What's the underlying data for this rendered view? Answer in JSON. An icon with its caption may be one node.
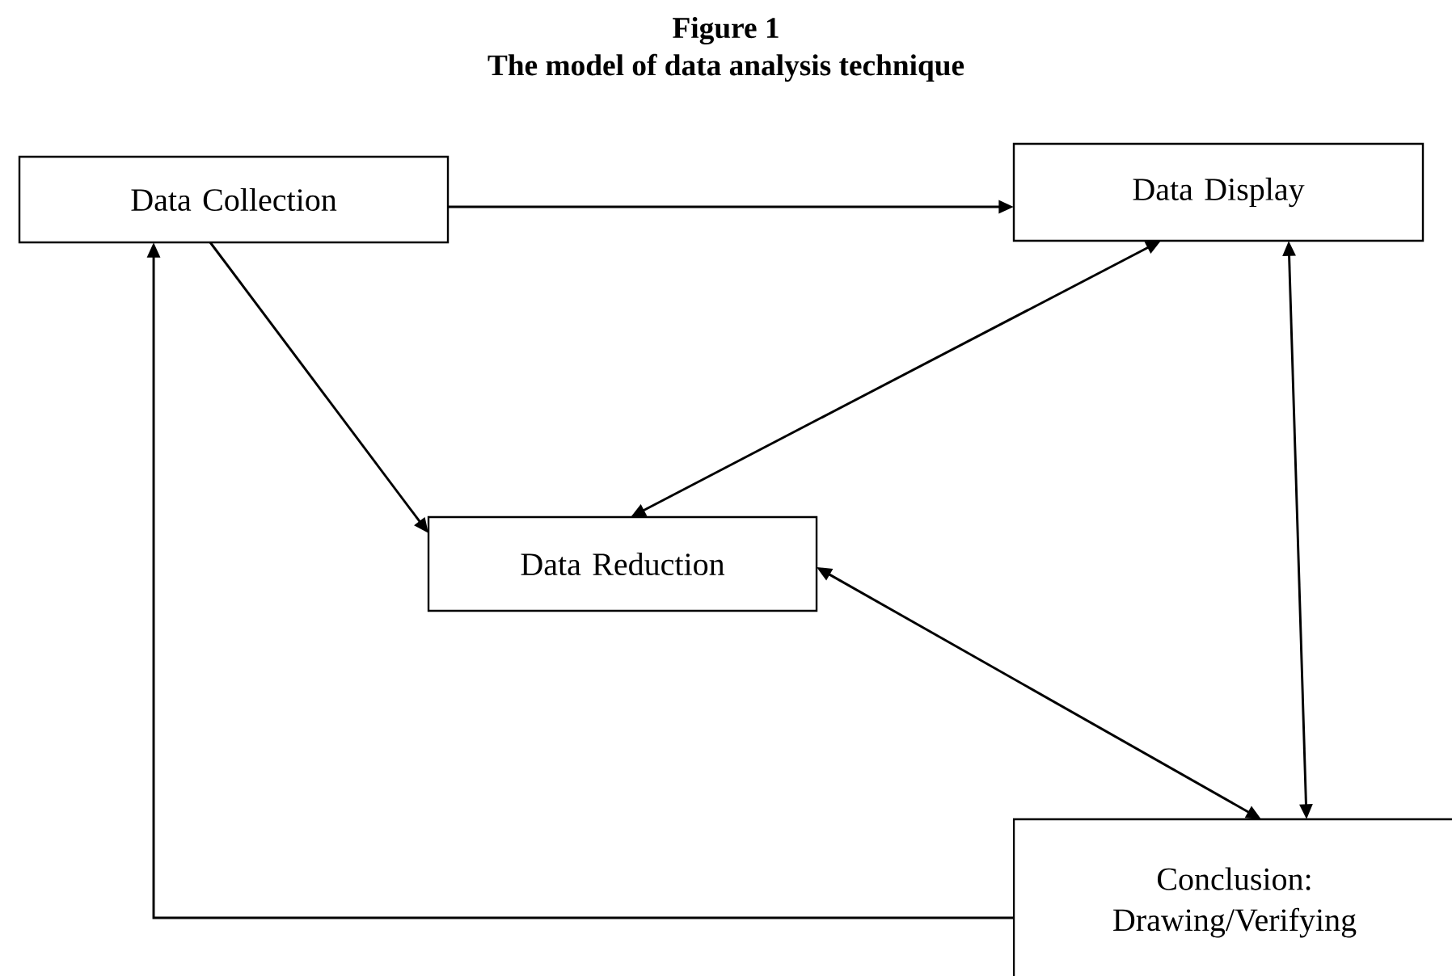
{
  "diagram": {
    "title": "Figure 1",
    "nodes": [
      {
        "text": [
          "Data Collection"
        ]
      },
      {
        "text": [
          "Data Display"
        ]
      },
      {
        "text": [
          "Data Reduction"
        ]
      },
      {
        "text": [
          "Conclusion: Drawing/Verifying"
        ]
      }
    ],
    "edges": [
      {
        "from": 0,
        "to": 1,
        "arrow": "to"
      },
      {
        "from": 0,
        "to": 2,
        "arrow": "to"
      },
      {
        "from": 1,
        "to": 2,
        "arrow": "both"
      },
      {
        "from": 2,
        "to": 3,
        "arrow": "both"
      },
      {
        "from": 1,
        "to": 3,
        "arrow": "both"
      },
      {
        "from": 3,
        "to": 0,
        "arrow": "to"
      }
    ],
    "labels": [
      "The model of data analysis technique"
    ]
  }
}
